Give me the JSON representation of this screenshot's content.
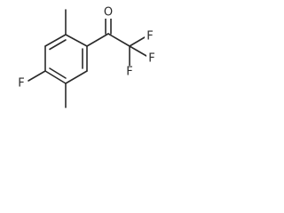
{
  "molecule": {
    "atoms": {
      "carbonyl_oxygen": "O",
      "ring_fluorine": "F",
      "cf3_fluorine_top": "F",
      "cf3_fluorine_right": "F",
      "cf3_fluorine_bottom": "F"
    },
    "colors": {
      "bond": "#2a2a2a",
      "label": "#2a2a2a",
      "background": "#ffffff"
    }
  }
}
